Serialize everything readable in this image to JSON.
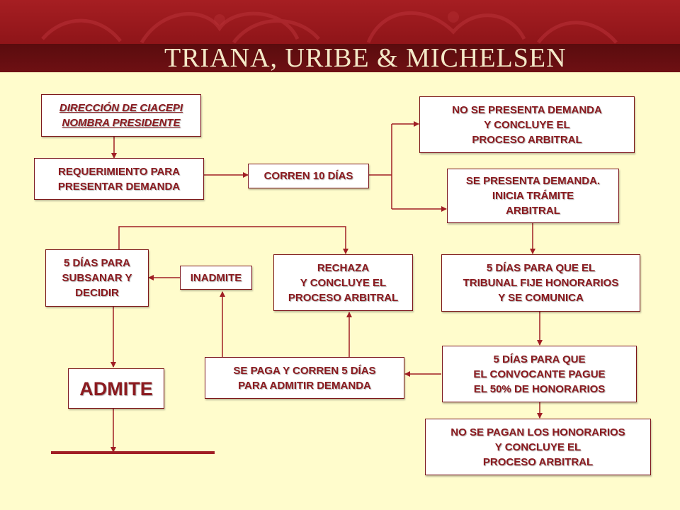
{
  "header": {
    "firm_name": "TRIANA, URIBE & MICHELSEN",
    "bg_color": "#8f1519",
    "band_color": "#5a0c0e",
    "text_color": "#f4e9c8"
  },
  "colors": {
    "page_background": "#fffccc",
    "box_text": "#8b1a1f",
    "connector": "#a01e24"
  },
  "boxes": {
    "direccion": {
      "lines": [
        "DIRECCIÓN DE CIACEPI",
        "NOMBRA PRESIDENTE"
      ]
    },
    "requerimiento": {
      "lines": [
        "REQUERIMIENTO PARA",
        "PRESENTAR DEMANDA"
      ]
    },
    "corren10": {
      "lines": [
        "CORREN 10 DÍAS"
      ]
    },
    "no_presenta": {
      "lines": [
        "NO SE PRESENTA DEMANDA",
        "Y CONCLUYE EL",
        "PROCESO ARBITRAL"
      ]
    },
    "se_presenta": {
      "lines": [
        "SE PRESENTA DEMANDA.",
        "INICIA TRÁMITE",
        "ARBITRAL"
      ]
    },
    "subsanar": {
      "lines": [
        "5 DÍAS PARA",
        "SUBSANAR Y",
        "DECIDIR"
      ]
    },
    "inadmite": {
      "lines": [
        "INADMITE"
      ]
    },
    "rechaza": {
      "lines": [
        "RECHAZA",
        "Y CONCLUYE EL",
        "PROCESO ARBITRAL"
      ]
    },
    "honorarios": {
      "lines": [
        "5 DÍAS PARA QUE EL",
        "TRIBUNAL FIJE HONORARIOS",
        "Y SE COMUNICA"
      ]
    },
    "pague": {
      "lines": [
        "5 DÍAS PARA QUE",
        "EL CONVOCANTE PAGUE",
        "EL 50% DE HONORARIOS"
      ]
    },
    "se_paga": {
      "lines": [
        "SE PAGA Y CORREN 5 DÍAS",
        "PARA ADMITIR DEMANDA"
      ]
    },
    "admite": {
      "lines": [
        "ADMITE"
      ]
    },
    "no_pagan": {
      "lines": [
        "NO SE PAGAN LOS HONORARIOS",
        "Y CONCLUYE EL",
        "PROCESO ARBITRAL"
      ]
    }
  }
}
